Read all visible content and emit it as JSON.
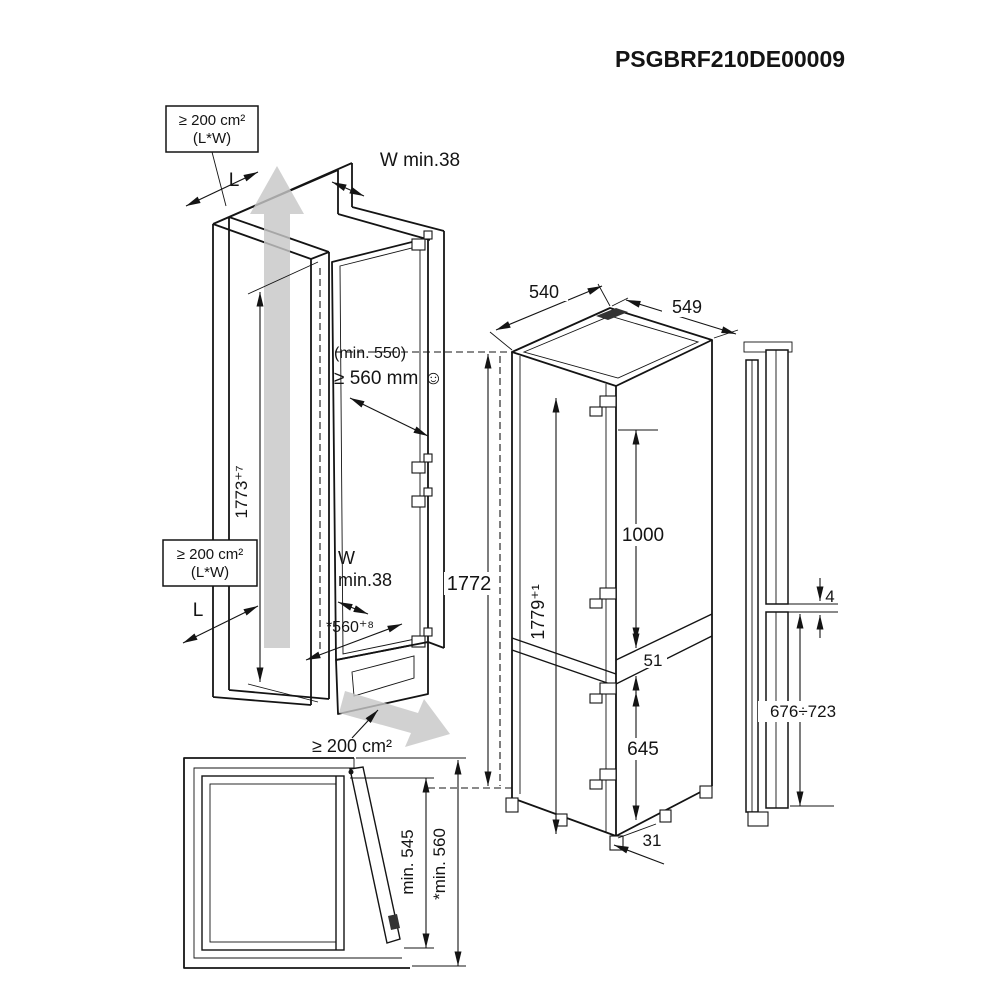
{
  "title": "PSGBRF210DE00009",
  "colors": {
    "line": "#141414",
    "airflow_gray": "#c7c7c7"
  },
  "labels": {
    "vent_top_area": "≥ 200 cm²",
    "vent_top_sub": "(L*W)",
    "length_top": "L",
    "clearance_top": "W min.38",
    "niche_depth_note": "(min. 550)",
    "niche_depth": "≥ 560 mm ☺",
    "niche_height": "1773⁺⁷",
    "vent_mid_area": "≥ 200 cm²",
    "vent_mid_sub": "(L*W)",
    "clearance_mid_w": "W",
    "clearance_mid_min": "min.38",
    "length_mid": "L",
    "niche_width": "*560⁺⁸",
    "vent_bottom_area": "≥ 200 cm²",
    "niche_inner_height": "1772",
    "depth_540": "540",
    "width_549": "549",
    "appliance_height": "1779⁺¹",
    "upper_door_height": "1000",
    "gap_51": "51",
    "lower_door_height": "645",
    "foot_depth_31": "31",
    "panel_gap_4": "4",
    "panel_range": "676÷723",
    "door_open_min_depth": "min. 545",
    "door_open_total": "*min. 560"
  }
}
